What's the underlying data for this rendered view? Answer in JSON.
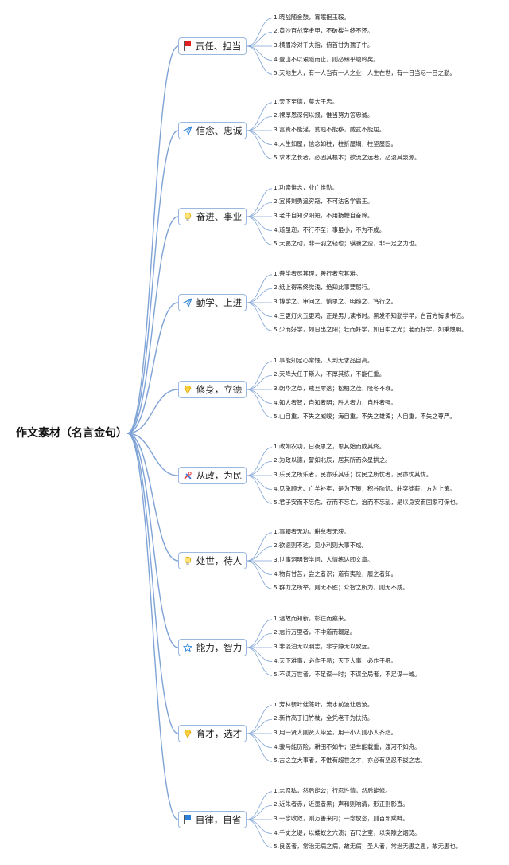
{
  "root": {
    "label": "作文素材（名言金句）"
  },
  "colors": {
    "branch_border": "#9ab8e0",
    "line": "#7fa3d6"
  },
  "branches": [
    {
      "label": "责任、担当",
      "icon": "red-flag-icon",
      "items": [
        "1.晓战随金鼓，宵眠抱玉鞍。",
        "2.黄沙百战穿金甲，不破楼兰终不还。",
        "3.横眉冷对千夫指，俯首甘为孺子牛。",
        "4.登山不以艰险而止，则必臻乎峻岭矣。",
        "5.天地生人，有一人当有一人之业；人生在世，有一日当尽一日之勤。"
      ]
    },
    {
      "label": "信念、忠诚",
      "icon": "paper-plane-icon",
      "items": [
        "1.天下至德，莫大于忠。",
        "2.裸厚恩深何以报，惟当努力答忠诚。",
        "3.富贵不能淫，贫贱不能移，威武不能屈。",
        "4.人生如屋，信念如柱，柱折屋塌，柱坚屋固。",
        "5.求木之长者，必固其根本；欲流之远者，必浚其泉源。"
      ]
    },
    {
      "label": "奋进、事业",
      "icon": "lightbulb-icon",
      "items": [
        "1.功崇惟志，业广惟勤。",
        "2.宜将剩勇追穷寇，不可沽名学霸王。",
        "3.老牛自知夕阳短，不用扬鞭自奋蹄。",
        "4.道虽迩，不行不至；事虽小，不为不成。",
        "5.大鹏之动，非一羽之轻也；骐骥之速，非一足之力也。"
      ]
    },
    {
      "label": "勤学、上进",
      "icon": "paper-plane-icon",
      "items": [
        "1.善学者尽其理，善行者究其难。",
        "2.纸上得来终觉浅，绝知此事要躬行。",
        "3.博学之、审问之、慎思之、明辨之、笃行之。",
        "4.三更灯火五更鸡，正是男儿读书时。黑发不知勤学早，白首方悔读书迟。",
        "5.少而好学，如日出之阳；壮而好学，如日中之光；老而好学，如秉烛明。"
      ]
    },
    {
      "label": "修身，立德",
      "icon": "gem-icon",
      "items": [
        "1.事能知足心常惬，人到无求品自高。",
        "2.天降大任于斯人，不厚其栋，不能任重。",
        "3.朝华之草，戒旦零落；松柏之茂，隆冬不衰。",
        "4.知人者智，自知者明；胜人者力，自胜者强。",
        "5.山自重，不失之威峻；海自重，不失之雄浑；人自重，不失之尊严。"
      ]
    },
    {
      "label": "从政，为民",
      "icon": "tools-icon",
      "items": [
        "1.政如农功，日夜思之，思其始而成其终。",
        "2.为政以德，譬如北辰，居其所而众星拱之。",
        "3.乐民之所乐者，民亦乐其乐；忧民之所忧者，民亦忧其忧。",
        "4.见兔顾犬、亡羊补牢，是为下策；积谷防饥、曲突徙薪，方为上策。",
        "5.君子安而不忘危，存而不忘亡，治而不忘乱，是以身安而国家可保也。"
      ]
    },
    {
      "label": "处世，待人",
      "icon": "lightbulb-icon",
      "items": [
        "1.事辍者无功，耕怠者无获。",
        "2.欲速则不达，见小利则大事不成。",
        "3.世事洞明皆学问，人情练达即文章。",
        "4.物有甘苦，尝之者识；道有夷险，履之者知。",
        "5.群力之所举，则无不胜；众智之所为，则无不成。"
      ]
    },
    {
      "label": "能力，智力",
      "icon": "star-icon",
      "items": [
        "1.温故而知新，彰往而察来。",
        "2.志行万里者，不中道而辍足。",
        "3.非淡泊无以明志，非宁静无以致远。",
        "4.天下难事，必作于易；天下大事，必作于细。",
        "5.不谋万世者，不足谋一时；不谋全局者，不足谋一域。"
      ]
    },
    {
      "label": "育才，选才",
      "icon": "gem-icon",
      "items": [
        "1.芳林新叶催陈叶，流水前波让后波。",
        "2.新竹高于旧竹枝，全凭老干为扶持。",
        "3.用一贤人则贤人毕至，用一小人则小人齐趋。",
        "4.骏马能历险，耕田不如牛；坚车能载重，渡河不如舟。",
        "5.古之立大事者，不惟有超世之才，亦必有坚忍不拔之志。"
      ]
    },
    {
      "label": "自律，自省",
      "icon": "blue-flag-icon",
      "items": [
        "1.志忍私，然后能公；行忍性情，然后能修。",
        "2.近朱者赤，近墨者黑；声和则响清，形正则影直。",
        "3.一念收敛，则万善来同；一念放恣，则百邪乘衅。",
        "4.千丈之堤，以蝼蚁之穴溃；百尺之室，以突隙之烟焚。",
        "5.良医者，常治无病之病，故无病；圣人者，常治无患之患，故无患也。"
      ]
    }
  ]
}
